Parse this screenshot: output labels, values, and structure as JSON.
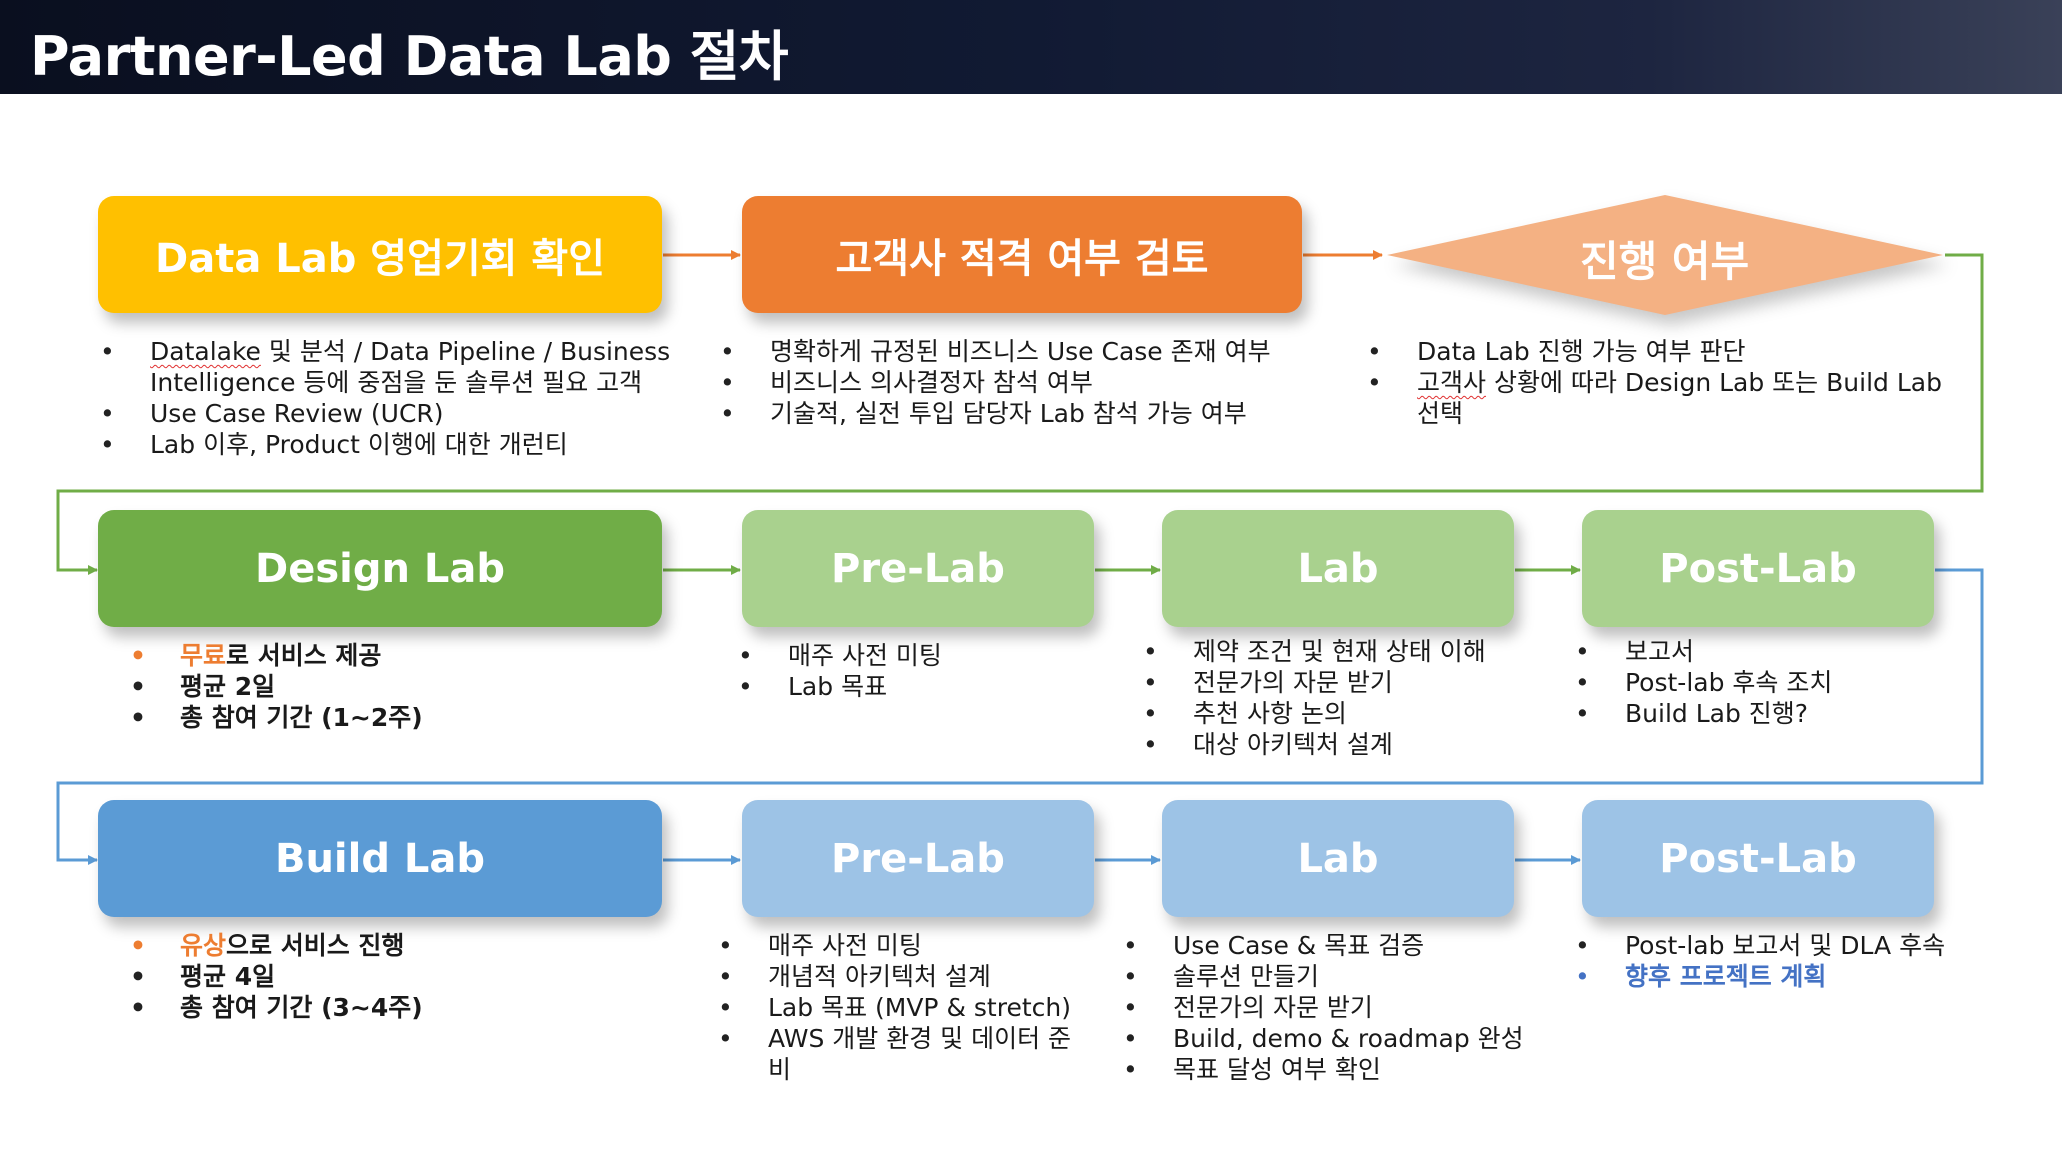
{
  "title": "Partner-Led Data Lab 절차",
  "colors": {
    "orange_yellow": "#FFC000",
    "orange": "#ED7D31",
    "peach": "#F4B183",
    "green": "#70AD47",
    "light_green": "#A9D18E",
    "blue": "#5B9BD5",
    "light_blue": "#9DC3E6",
    "highlight_orange": "#ED7D31",
    "highlight_blue": "#4472C4"
  },
  "row1": {
    "step1": {
      "label": "Data Lab 영업기회 확인",
      "bullets": {
        "b1_pre": "Datalake",
        "b1_post": " 및 분석 / Data Pipeline / Business Intelligence 등에 중점을 둔 솔루션 필요 고객",
        "b2": "Use Case Review (UCR)",
        "b3": "Lab 이후, Product 이행에 대한 개런티"
      }
    },
    "step2": {
      "label": "고객사 적격 여부 검토",
      "bullets": [
        "명확하게 규정된 비즈니스 Use Case 존재 여부",
        "비즈니스 의사결정자 참석 여부",
        "기술적, 실전 투입 담당자 Lab 참석 가능 여부"
      ]
    },
    "step3": {
      "label": "진행 여부",
      "bullets": {
        "b1": "Data Lab 진행 가능 여부 판단",
        "b2_pre": "고객사",
        "b2_post": " 상황에 따라 Design Lab 또는 Build Lab 선택"
      }
    }
  },
  "row2": {
    "main": {
      "label": "Design Lab",
      "bullets": {
        "b1_hl": "무료",
        "b1_rest": "로 서비스 제공",
        "b2": "평균 2일",
        "b3": "총 참여 기간 (1~2주)"
      }
    },
    "pre": {
      "label": "Pre-Lab",
      "bullets": [
        "매주 사전 미팅",
        "Lab 목표"
      ]
    },
    "lab": {
      "label": "Lab",
      "bullets": [
        "제약 조건 및 현재 상태 이해",
        "전문가의 자문 받기",
        "추천 사항 논의",
        "대상 아키텍처 설계"
      ]
    },
    "post": {
      "label": "Post-Lab",
      "bullets": [
        "보고서",
        "Post-lab 후속 조치",
        "Build Lab 진행?"
      ]
    }
  },
  "row3": {
    "main": {
      "label": "Build Lab",
      "bullets": {
        "b1_hl": "유상",
        "b1_rest": "으로 서비스 진행",
        "b2": "평균 4일",
        "b3": "총 참여 기간 (3~4주)"
      }
    },
    "pre": {
      "label": "Pre-Lab",
      "bullets": [
        "매주 사전 미팅",
        "개념적 아키텍처 설계",
        "Lab 목표 (MVP & stretch)",
        "AWS 개발 환경 및 데이터 준비"
      ]
    },
    "lab": {
      "label": "Lab",
      "bullets": [
        "Use Case & 목표 검증",
        "솔루션 만들기",
        "전문가의 자문 받기",
        "Build, demo & roadmap 완성",
        "목표 달성 여부 확인"
      ]
    },
    "post": {
      "label": "Post-Lab",
      "bullets": {
        "b1": "Post-lab 보고서 및 DLA 후속",
        "b2": "향후 프로젝트 계획"
      }
    }
  }
}
